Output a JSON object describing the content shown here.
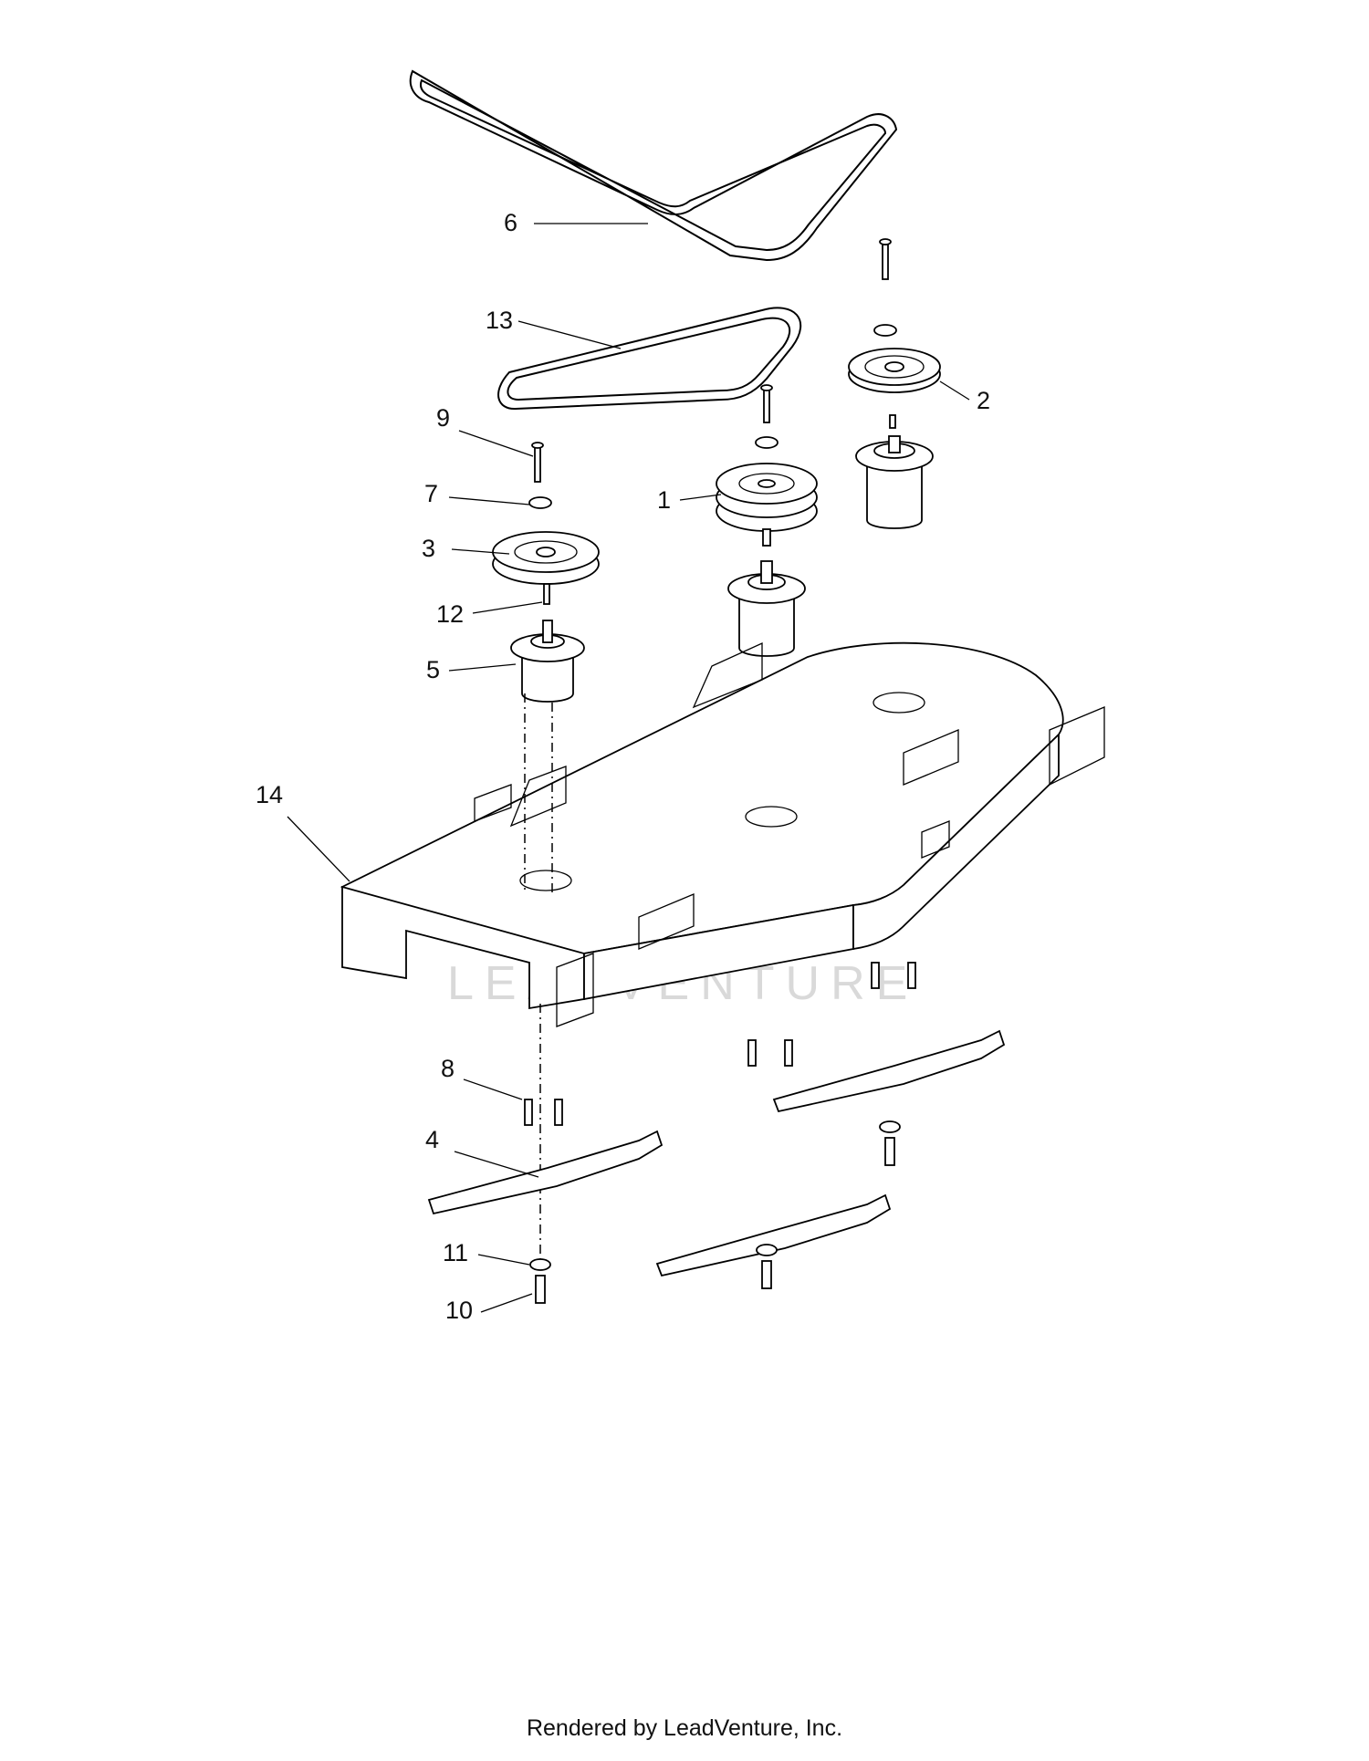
{
  "diagram": {
    "labels": {
      "l1": "1",
      "l2": "2",
      "l3": "3",
      "l4": "4",
      "l5": "5",
      "l6": "6",
      "l7": "7",
      "l8": "8",
      "l9": "9",
      "l10": "10",
      "l11": "11",
      "l12": "12",
      "l13": "13",
      "l14": "14"
    },
    "watermark": "LEADVENTURE"
  },
  "footer": {
    "text": "Rendered by LeadVenture, Inc."
  }
}
